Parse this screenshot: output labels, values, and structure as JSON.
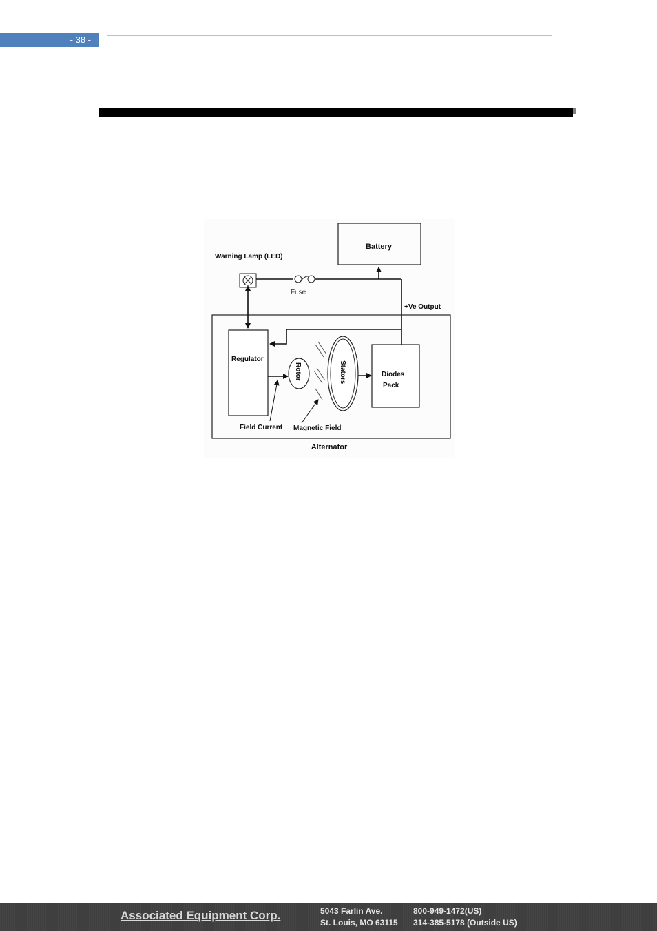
{
  "header": {
    "page_number": "- 38 -"
  },
  "diagram": {
    "battery_label": "Battery",
    "warning_lamp_label": "Warning Lamp (LED)",
    "fuse_label": "Fuse",
    "output_label": "+Ve Output",
    "regulator_label": "Regulator",
    "rotor_label": "Rotor",
    "stators_label": "Stators",
    "diodes_label_line1": "Diodes",
    "diodes_label_line2": "Pack",
    "field_current_label": "Field Current",
    "magnetic_field_label": "Magnetic Field",
    "alternator_label": "Alternator"
  },
  "footer": {
    "company": "Associated Equipment Corp.",
    "address_line1": "5043 Farlin Ave.",
    "address_line2": "St. Louis, MO 63115",
    "phone_us": "800-949-1472(US)",
    "phone_intl": "314-385-5178 (Outside US)"
  }
}
